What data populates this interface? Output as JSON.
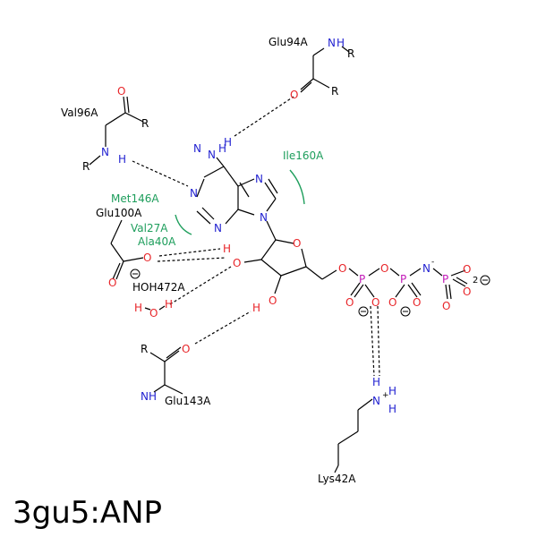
{
  "title": "3gu5:ANP",
  "residues": {
    "glu94": "Glu94A",
    "val96": "Val96A",
    "glu100": "Glu100A",
    "hoh472": "HOH472A",
    "glu143": "Glu143A",
    "lys42": "Lys42A"
  },
  "hydrophobic": {
    "ile160": "Ile160A",
    "met146": "Met146A",
    "val27": "Val27A",
    "ala40": "Ala40A"
  },
  "atoms": {
    "N": "N",
    "O": "O",
    "H": "H",
    "P": "P",
    "R": "R",
    "H2": "2"
  },
  "colors": {
    "oxygen": "#e8262a",
    "nitrogen": "#2323d1",
    "phosphorus": "#c21ab8",
    "hydrophobic": "#1e9e5c"
  }
}
